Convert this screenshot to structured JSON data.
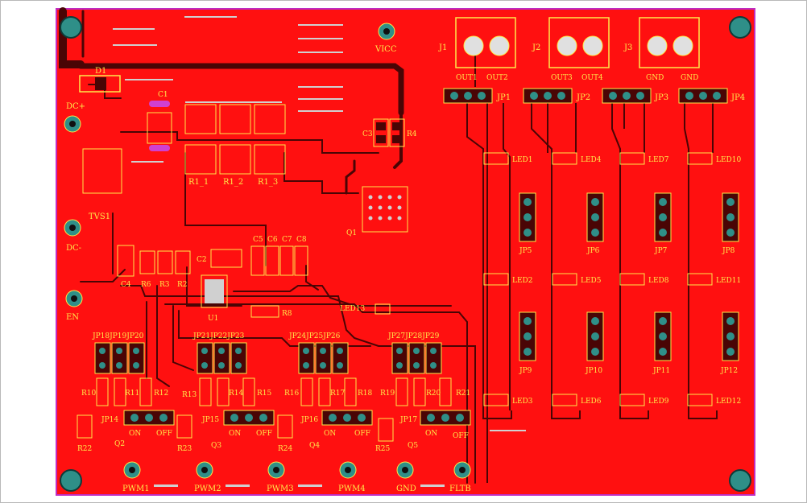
{
  "colors": {
    "board_red": "#ff1010",
    "trace_dark": "#4a0505",
    "silkscreen_yellow": "#ffe94a",
    "via_teal": "#2f8f88",
    "hole_black": "#101010",
    "frame_magenta": "#c02cc0",
    "cap_magenta": "#d040d0"
  },
  "labels": {
    "d1": "D1",
    "c1": "C1",
    "dc_plus": "DC+",
    "dc_minus": "DC-",
    "tvs1": "TVS1",
    "en": "EN",
    "vicc": "VICC",
    "r1_1": "R1_1",
    "r1_2": "R1_2",
    "r1_3": "R1_3",
    "c3": "C3",
    "r4": "R4",
    "q1": "Q1",
    "c2": "C2",
    "u1": "U1",
    "c4": "C4",
    "r6": "R6",
    "r3": "R3",
    "r2": "R2",
    "c5": "C5",
    "c6": "C6",
    "c7": "C7",
    "c8": "C8",
    "r8": "R8",
    "led13": "LED13",
    "j1": "J1",
    "j2": "J2",
    "j3": "J3",
    "out1": "OUT1",
    "out2": "OUT2",
    "out3": "OUT3",
    "out4": "OUT4",
    "gnd_a": "GND",
    "gnd_b": "GND",
    "jp1": "JP1",
    "jp2": "JP2",
    "jp3": "JP3",
    "jp4": "JP4",
    "led1": "LED1",
    "led4": "LED4",
    "led7": "LED7",
    "led10": "LED10",
    "jp5": "JP5",
    "jp6": "JP6",
    "jp7": "JP7",
    "jp8": "JP8",
    "led2": "LED2",
    "led5": "LED5",
    "led8": "LED8",
    "led11": "LED11",
    "jp9": "JP9",
    "jp10": "JP10",
    "jp11": "JP11",
    "jp12": "JP12",
    "led3": "LED3",
    "led6": "LED6",
    "led9": "LED9",
    "led12": "LED12",
    "jp18_20": "JP18JP19JP20",
    "jp21_23": "JP21JP22JP23",
    "jp24_26": "JP24JP25JP26",
    "jp27_29": "JP27JP28JP29",
    "r10": "R10",
    "r11": "R11",
    "r12": "R12",
    "r13": "R13",
    "r14": "R14",
    "r15": "R15",
    "r16": "R16",
    "r17": "R17",
    "r18": "R18",
    "r19": "R19",
    "r20": "R20",
    "r21": "R21",
    "jp14": "JP14",
    "jp15": "JP15",
    "jp16": "JP16",
    "jp17": "JP17",
    "on": "ON",
    "off": "OFF",
    "q2": "Q2",
    "q3": "Q3",
    "q4": "Q4",
    "q5": "Q5",
    "r22": "R22",
    "r23": "R23",
    "r24": "R24",
    "r25": "R25",
    "pwm1": "PWM1",
    "pwm2": "PWM2",
    "pwm3": "PWM3",
    "pwm4": "PWM4",
    "gnd_bottom": "GND",
    "fltb": "FLTB"
  }
}
